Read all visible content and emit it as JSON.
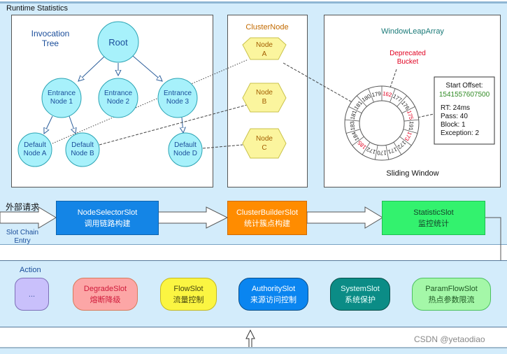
{
  "runtime": {
    "title": "Runtime Statistics",
    "invocation_tree": {
      "label_line1": "Invocation",
      "label_line2": "Tree",
      "root": "Root",
      "entrance_nodes": [
        {
          "line1": "Entrance",
          "line2": "Node 1"
        },
        {
          "line1": "Entrance",
          "line2": "Node 2"
        },
        {
          "line1": "Entrance",
          "line2": "Node 3"
        }
      ],
      "default_nodes": [
        {
          "line1": "Default",
          "line2": "Node A"
        },
        {
          "line1": "Default",
          "line2": "Node B"
        },
        {
          "line1": "Default",
          "line2": "Node D"
        }
      ]
    },
    "cluster_node": {
      "title": "ClusterNode",
      "nodes": [
        {
          "line1": "Node",
          "line2": "A"
        },
        {
          "line1": "Node",
          "line2": "B"
        },
        {
          "line1": "Node",
          "line2": "C"
        }
      ]
    },
    "window": {
      "title": "WindowLeapArray",
      "deprecated_line1": "Deprecated",
      "deprecated_line2": "Bucket",
      "caption": "Sliding Window",
      "buckets": [
        {
          "value": "162",
          "deprecated": true
        },
        {
          "value": "177",
          "deprecated": false
        },
        {
          "value": "176",
          "deprecated": false
        },
        {
          "value": "175",
          "deprecated": true
        },
        {
          "value": "191",
          "deprecated": false
        },
        {
          "value": "173",
          "deprecated": true
        },
        {
          "value": "172",
          "deprecated": false
        },
        {
          "value": "171",
          "deprecated": false
        },
        {
          "value": "170",
          "deprecated": false
        },
        {
          "value": "172",
          "deprecated": false
        },
        {
          "value": "185",
          "deprecated": true
        },
        {
          "value": "184",
          "deprecated": false
        },
        {
          "value": "183",
          "deprecated": false
        },
        {
          "value": "181",
          "deprecated": false
        },
        {
          "value": "181",
          "deprecated": false
        },
        {
          "value": "180",
          "deprecated": false
        },
        {
          "value": "179",
          "deprecated": false
        }
      ],
      "info": {
        "start_offset_label": "Start Offset:",
        "start_offset_value": "1541557607500",
        "rt": "RT: 24ms",
        "pass": "Pass: 40",
        "block": "Block: 1",
        "exception": "Exception: 2"
      }
    }
  },
  "chain": {
    "external_request": "外部请求",
    "entry_line1": "Slot Chain",
    "entry_line2": "Entry",
    "slots": [
      {
        "name": "NodeSelectorSlot",
        "desc": "调用链路构建",
        "color": "#1485e6"
      },
      {
        "name": "ClusterBuilderSlot",
        "desc": "统计簇点构建",
        "color": "#ff8c00"
      },
      {
        "name": "StatisticSlot",
        "desc": "监控统计",
        "color": "#33f26e"
      }
    ]
  },
  "action": {
    "title": "Action",
    "ellipsis": "...",
    "slots": [
      {
        "name": "DegradeSlot",
        "desc": "熔断降级",
        "color": "#fca6a6"
      },
      {
        "name": "FlowSlot",
        "desc": "流量控制",
        "color": "#fbf542"
      },
      {
        "name": "AuthoritySlot",
        "desc": "来源访问控制",
        "color": "#0a85f0"
      },
      {
        "name": "SystemSlot",
        "desc": "系统保护",
        "color": "#0b8c86"
      },
      {
        "name": "ParamFlowSlot",
        "desc": "热点参数限流",
        "color": "#a4f7a8"
      }
    ]
  },
  "watermark": "CSDN @yetaodiao",
  "colors": {
    "panel_bg": "#d3ecfb",
    "circle_fill": "#a7f1fb",
    "hex_fill": "#fbf59e",
    "cluster_title": "#c26a00",
    "window_title": "#1a7a78",
    "deprecated": "#e00020",
    "offset_value": "#2f8a23",
    "label_blue": "#1a4d9a"
  }
}
